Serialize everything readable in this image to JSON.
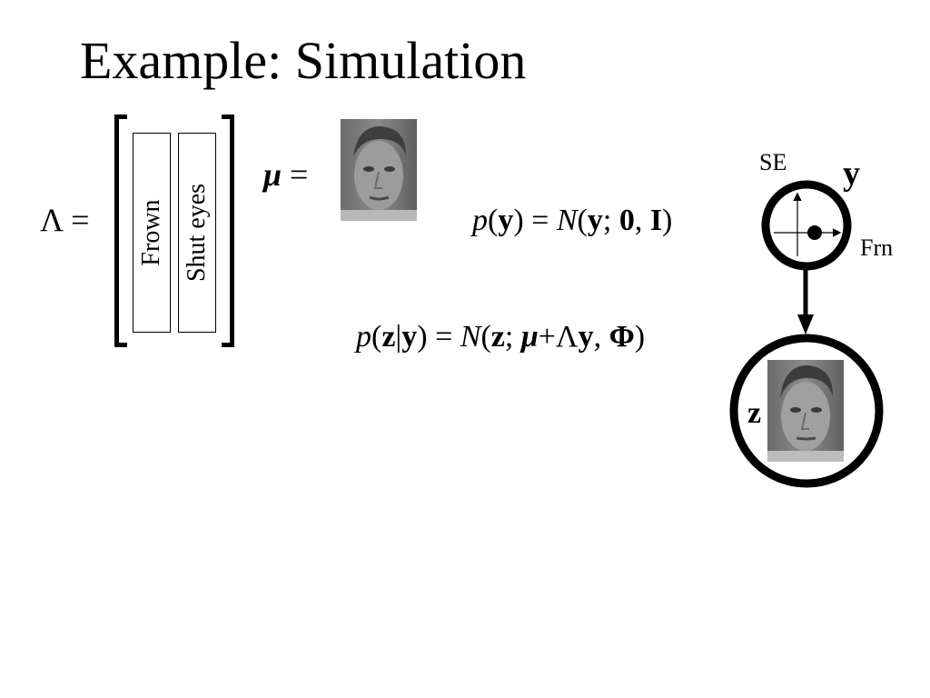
{
  "slide": {
    "title": "Example: Simulation"
  },
  "loading_matrix": {
    "symbol": "Λ",
    "equals": "=",
    "columns": [
      "Frown",
      "Shut eyes"
    ]
  },
  "mean": {
    "symbol": "μ",
    "equals": "="
  },
  "equations": {
    "prior": {
      "p": "p",
      "open1": "(",
      "y": "y",
      "close1": ")",
      "eq": " = ",
      "N": "N",
      "open2": "(",
      "y2": "y",
      "semi": "; ",
      "zero": "0",
      "comma": ", ",
      "I": "I",
      "close2": ")"
    },
    "conditional": {
      "p": "p",
      "open1": "(",
      "z": "z",
      "bar": "|",
      "y": "y",
      "close1": ")",
      "eq": " = ",
      "N": "N",
      "open2": "(",
      "z2": "z",
      "semi": "; ",
      "mu": "μ",
      "plus": "+",
      "lambda": "Λ",
      "y2": "y",
      "comma": ", ",
      "phi": "Φ",
      "close2": ")"
    }
  },
  "graph": {
    "latent_node_label": "y",
    "observed_node_label": "z",
    "axis_vertical_label": "SE",
    "axis_horizontal_label": "Frn"
  }
}
